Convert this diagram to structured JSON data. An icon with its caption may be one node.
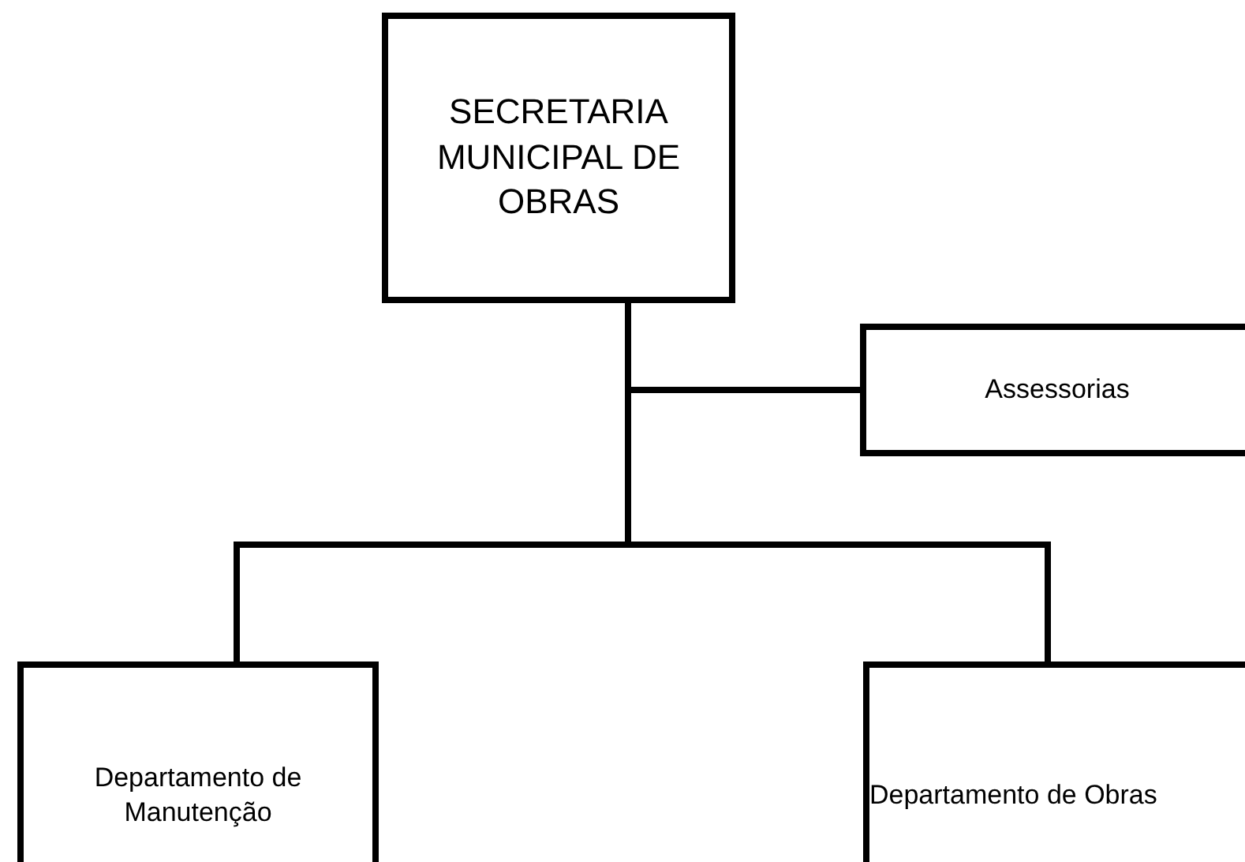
{
  "diagram": {
    "nodes": [
      {
        "text": [
          "SECRETARIA MUNICIPAL DE OBRAS"
        ]
      },
      {
        "text": [
          "Assessorias"
        ]
      },
      {
        "text": [
          "Departamento de Manutenção"
        ]
      },
      {
        "text": [
          "Departamento de Obras"
        ]
      }
    ],
    "edges": [
      {
        "from": 0,
        "to": 1,
        "arrow": "none"
      },
      {
        "from": 0,
        "to": 2,
        "arrow": "none"
      },
      {
        "from": 0,
        "to": 3,
        "arrow": "none"
      }
    ]
  }
}
